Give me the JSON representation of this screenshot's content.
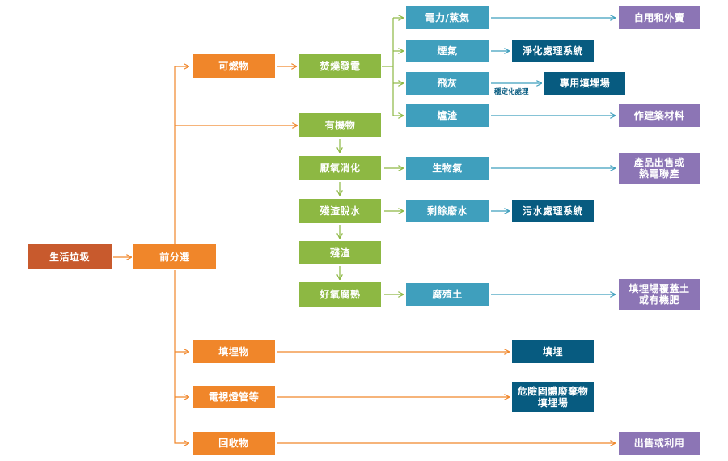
{
  "colors": {
    "source": "#c85a2d",
    "sort": "#f0862a",
    "process": "#8db843",
    "intermediate": "#3f9fbd",
    "disposal": "#075b80",
    "end_use": "#8c75b5",
    "arrow_orange": "#f0862a",
    "arrow_green": "#8db843",
    "arrow_teal": "#3f9fbd"
  },
  "nodes": {
    "msw": "生活垃圾",
    "presort": "前分選",
    "combustible": "可燃物",
    "incineration": "焚燒發電",
    "electricity": "電力/蒸氣",
    "flue_gas": "煙氣",
    "fly_ash": "飛灰",
    "bottom_ash": "爐渣",
    "self_use": "自用和外賣",
    "gas_treatment": "淨化處理系統",
    "dedicated_landfill": "專用填埋場",
    "building_material": "作建築材料",
    "organic": "有機物",
    "anaerobic": "厭氧消化",
    "biogas": "生物氣",
    "biogas_use": "產品出售或\n熱電聯產",
    "dewatering": "殘渣脫水",
    "wastewater": "剩餘廢水",
    "sewage_treatment": "污水處理系統",
    "residue": "殘渣",
    "composting": "好氧腐熟",
    "humus": "腐殖土",
    "humus_use": "填埋場覆蓋土\n或有機肥",
    "landfill_items": "填埋物",
    "landfill": "填埋",
    "tv_tubes": "電視燈管等",
    "hazardous_landfill": "危險固體廢棄物\n填埋場",
    "recyclables": "回收物",
    "sell_use": "出售或利用"
  },
  "edge_labels": {
    "stabilization": "穩定化處理"
  }
}
